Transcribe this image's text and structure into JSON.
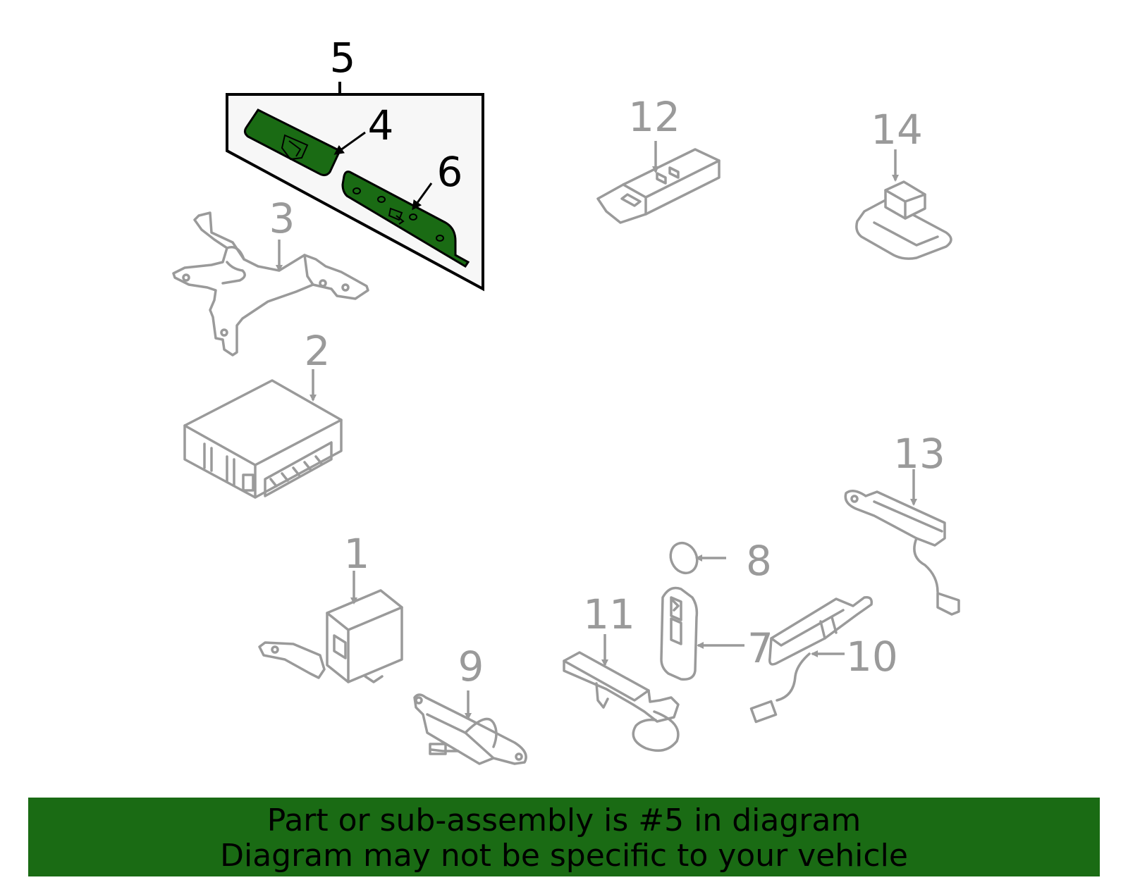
{
  "callouts": {
    "c1": "1",
    "c2": "2",
    "c3": "3",
    "c4": "4",
    "c5": "5",
    "c6": "6",
    "c7": "7",
    "c8": "8",
    "c9": "9",
    "c10": "10",
    "c11": "11",
    "c12": "12",
    "c13": "13",
    "c14": "14"
  },
  "highlight_color": "#1a6b14",
  "banner": {
    "line1": "Part or sub-assembly is #5 in diagram",
    "line2": "Diagram may not be specific to your vehicle"
  }
}
